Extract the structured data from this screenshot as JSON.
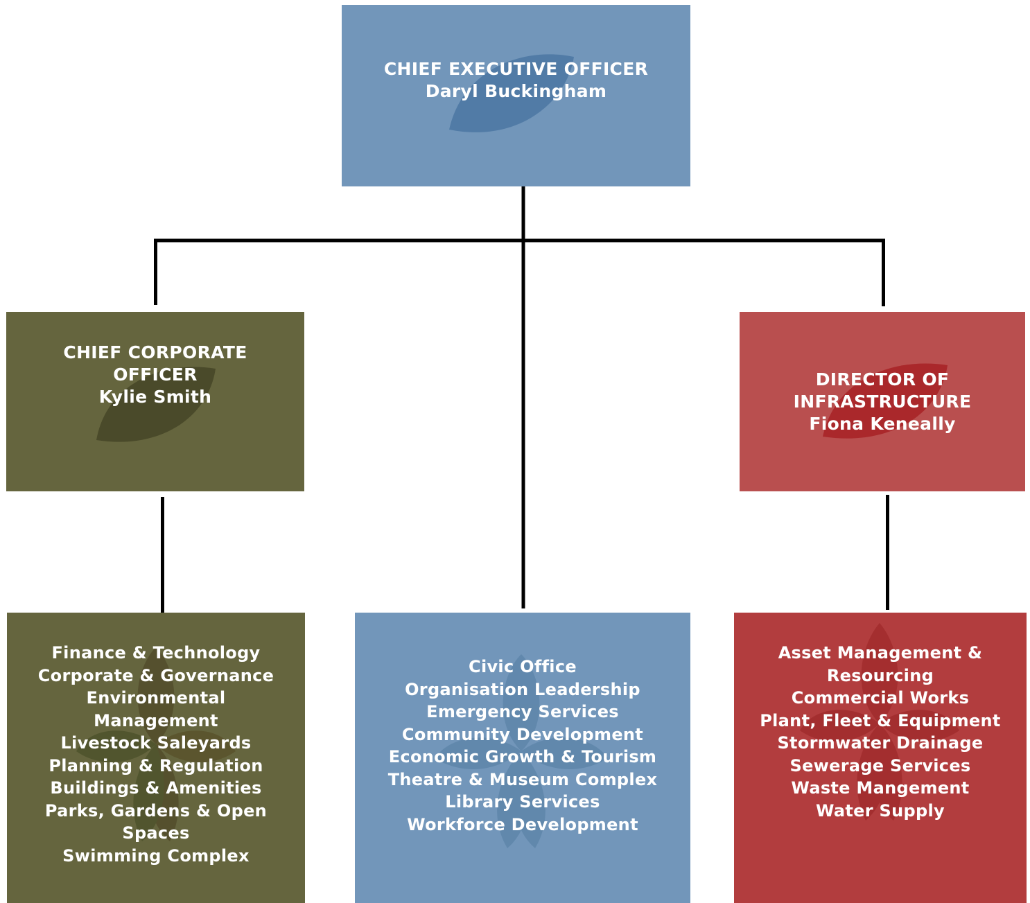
{
  "ceo": {
    "title": "CHIEF EXECUTIVE OFFICER",
    "name": "Daryl Buckingham",
    "color": "#7296ba"
  },
  "cco": {
    "title_lines": [
      "CHIEF CORPORATE",
      "OFFICER"
    ],
    "name": "Kylie Smith",
    "color": "#65653e"
  },
  "doi": {
    "title_lines": [
      "DIRECTOR OF",
      "INFRASTRUCTURE"
    ],
    "name": "Fiona Keneally",
    "color": "#b94f4f"
  },
  "cco_functions": [
    "Finance & Technology",
    "Corporate & Governance",
    "Environmental",
    "Management",
    "Livestock Saleyards",
    "Planning & Regulation",
    "Buildings & Amenities",
    "Parks, Gardens & Open",
    "Spaces",
    "Swimming Complex"
  ],
  "ceo_functions": [
    "Civic Office",
    "Organisation Leadership",
    "Emergency Services",
    "Community Development",
    "Economic Growth & Tourism",
    "Theatre & Museum Complex",
    "Library Services",
    "Workforce Development"
  ],
  "doi_functions": [
    "Asset Management &",
    "Resourcing",
    "Commercial Works",
    "Plant, Fleet & Equipment",
    "Stormwater Drainage",
    "Sewerage Services",
    "Waste Mangement",
    "Water Supply"
  ],
  "icons": {
    "watermark": "leaf-icon"
  }
}
